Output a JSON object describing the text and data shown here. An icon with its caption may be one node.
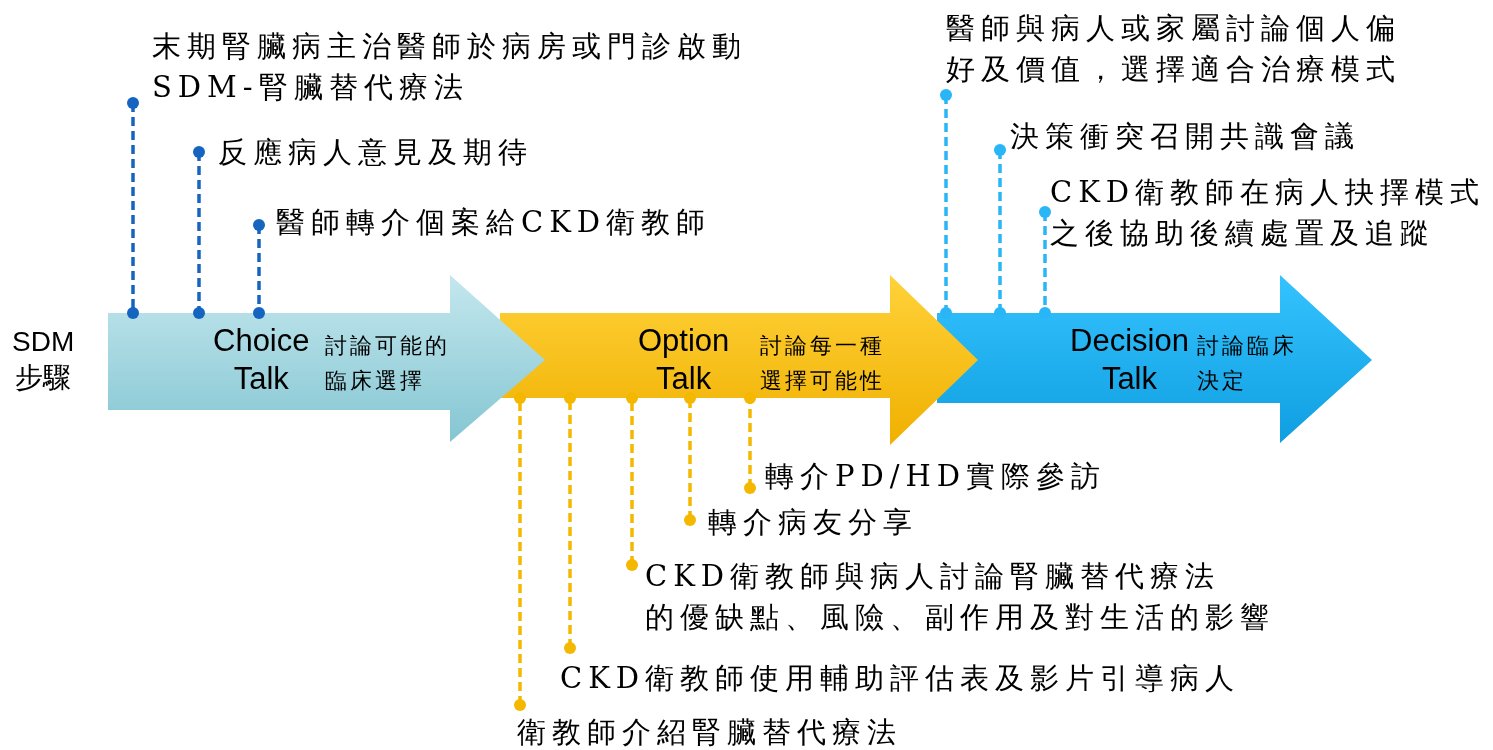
{
  "diagram": {
    "nodes": [
      {
        "text": [
          "Choice Talk",
          "討論可能的臨床選擇"
        ]
      },
      {
        "text": [
          "Option Talk",
          "討論每一種選擇可能性"
        ]
      },
      {
        "text": [
          "Decision Talk",
          "討論臨床決定"
        ]
      },
      {
        "text": [
          "末期腎臟病主治醫師於病房或門診啟動SDM-腎臟替代療法"
        ]
      },
      {
        "text": [
          "反應病人意見及期待"
        ]
      },
      {
        "text": [
          "醫師轉介個案給CKD衛教師"
        ]
      },
      {
        "text": [
          "醫師與病人或家屬討論個人偏好及價值，選擇適合治療模式"
        ]
      },
      {
        "text": [
          "決策衝突召開共識會議"
        ]
      },
      {
        "text": [
          "CKD衛教師在病人抉擇模式之後協助後續處置及追蹤"
        ]
      },
      {
        "text": [
          "轉介PD/HD實際參訪"
        ]
      },
      {
        "text": [
          "轉介病友分享"
        ]
      },
      {
        "text": [
          "CKD衛教師與病人討論腎臟替代療法的優缺點、風險、副作用及對生活的影響"
        ]
      },
      {
        "text": [
          "CKD衛教師使用輔助評估表及影片引導病人"
        ]
      },
      {
        "text": [
          "衛教師介紹腎臟替代療法"
        ]
      }
    ],
    "edges": [
      {
        "from": 3,
        "to": 0,
        "arrow": "other",
        "style": "dashed",
        "color": "#1565c0"
      },
      {
        "from": 4,
        "to": 0,
        "arrow": "other",
        "style": "dashed",
        "color": "#1565c0"
      },
      {
        "from": 5,
        "to": 0,
        "arrow": "other",
        "style": "dashed",
        "color": "#1565c0"
      },
      {
        "from": 6,
        "to": 2,
        "arrow": "other",
        "style": "dashed",
        "color": "#29b6f6"
      },
      {
        "from": 7,
        "to": 2,
        "arrow": "other",
        "style": "dashed",
        "color": "#29b6f6"
      },
      {
        "from": 8,
        "to": 2,
        "arrow": "other",
        "style": "dashed",
        "color": "#29b6f6"
      },
      {
        "from": 9,
        "to": 1,
        "arrow": "other",
        "style": "dashed",
        "color": "#f5b800"
      },
      {
        "from": 10,
        "to": 1,
        "arrow": "other",
        "style": "dashed",
        "color": "#f5b800"
      },
      {
        "from": 11,
        "to": 1,
        "arrow": "other",
        "style": "dashed",
        "color": "#f5b800"
      },
      {
        "from": 12,
        "to": 1,
        "arrow": "other",
        "style": "dashed",
        "color": "#f5b800"
      },
      {
        "from": 13,
        "to": 1,
        "arrow": "other",
        "style": "dashed",
        "color": "#f5b800"
      }
    ],
    "labels": [
      "SDM步驟"
    ]
  }
}
